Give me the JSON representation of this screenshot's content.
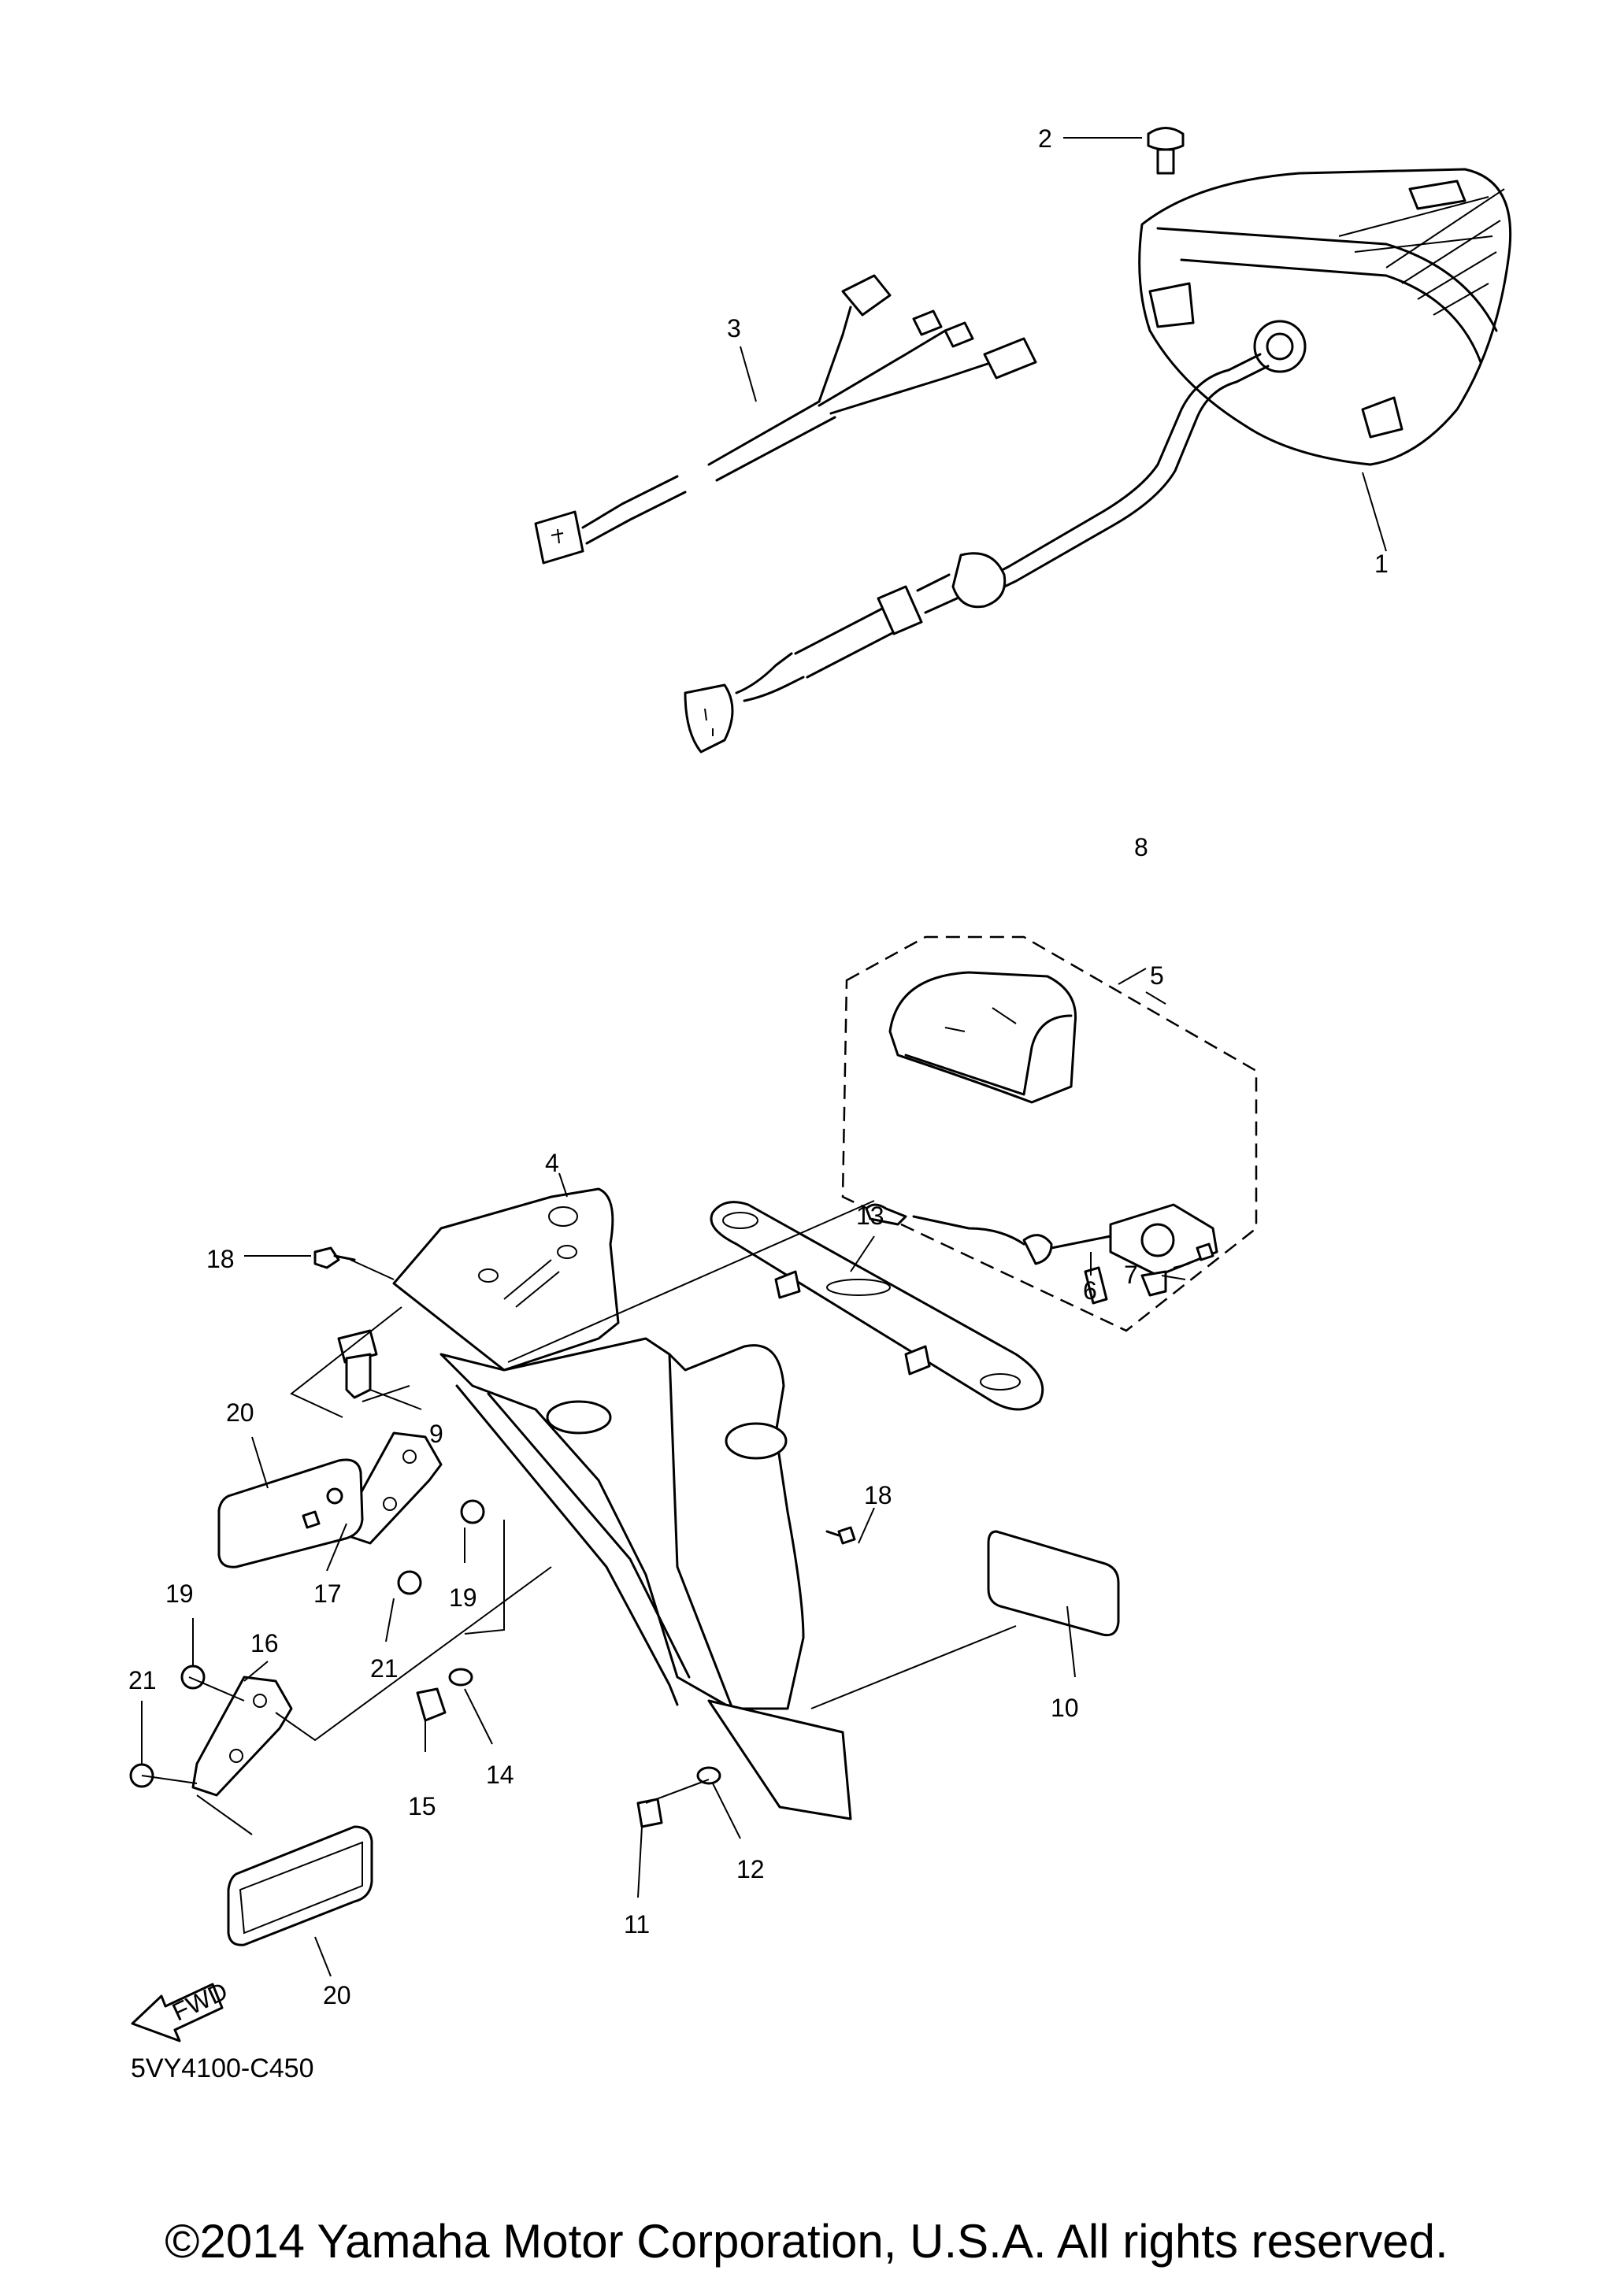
{
  "diagram": {
    "code": "5VY4100-C450",
    "copyright": "©2014 Yamaha Motor Corporation, U.S.A. All rights reserved.",
    "fwd_arrow_text": "FWD",
    "callouts": [
      {
        "id": "1",
        "label": "1"
      },
      {
        "id": "2",
        "label": "2"
      },
      {
        "id": "3",
        "label": "3"
      },
      {
        "id": "4",
        "label": "4"
      },
      {
        "id": "5",
        "label": "5"
      },
      {
        "id": "6",
        "label": "6"
      },
      {
        "id": "7",
        "label": "7"
      },
      {
        "id": "8",
        "label": "8"
      },
      {
        "id": "9",
        "label": "9"
      },
      {
        "id": "10",
        "label": "10"
      },
      {
        "id": "11",
        "label": "11"
      },
      {
        "id": "12",
        "label": "12"
      },
      {
        "id": "13",
        "label": "13"
      },
      {
        "id": "14",
        "label": "14"
      },
      {
        "id": "15",
        "label": "15"
      },
      {
        "id": "16",
        "label": "16"
      },
      {
        "id": "17",
        "label": "17"
      },
      {
        "id": "18a",
        "label": "18"
      },
      {
        "id": "18b",
        "label": "18"
      },
      {
        "id": "19a",
        "label": "19"
      },
      {
        "id": "19b",
        "label": "19"
      },
      {
        "id": "20a",
        "label": "20"
      },
      {
        "id": "20b",
        "label": "20"
      },
      {
        "id": "21a",
        "label": "21"
      },
      {
        "id": "21b",
        "label": "21"
      }
    ]
  }
}
